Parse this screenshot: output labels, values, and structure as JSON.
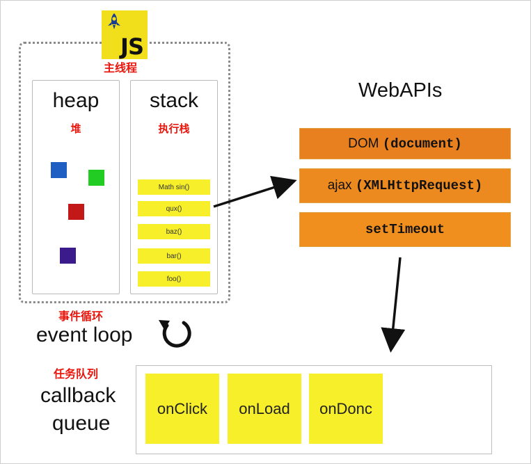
{
  "main_thread": {
    "logo_text": "JS",
    "label": "主线程"
  },
  "heap": {
    "title": "heap",
    "label_zh": "堆",
    "objects": [
      {
        "color": "#1f5fc4"
      },
      {
        "color": "#22cc22"
      },
      {
        "color": "#c31818"
      },
      {
        "color": "#3b1a8c"
      }
    ]
  },
  "stack": {
    "title": "stack",
    "label_zh": "执行栈",
    "frames": [
      "Math sin()",
      "qux()",
      "baz()",
      "bar()",
      "foo()"
    ]
  },
  "webapis": {
    "title": "WebAPIs",
    "items": [
      {
        "name": "DOM",
        "detail": "(document)",
        "color": "#e8801f"
      },
      {
        "name": "ajax",
        "detail": "(XMLHttpRequest)",
        "color": "#ec8a1f"
      },
      {
        "name": "",
        "detail": "setTimeout",
        "color": "#f08f1d"
      }
    ]
  },
  "event_loop": {
    "label_zh": "事件循环",
    "label": "event loop"
  },
  "callback_queue": {
    "label_zh": "任务队列",
    "label_line1": "callback",
    "label_line2": "queue",
    "items": [
      "onClick",
      "onLoad",
      "onDonc"
    ]
  },
  "colors": {
    "accent_red": "#e8160c",
    "stack_yellow": "#f6ef2a",
    "js_yellow": "#f2df1c"
  }
}
